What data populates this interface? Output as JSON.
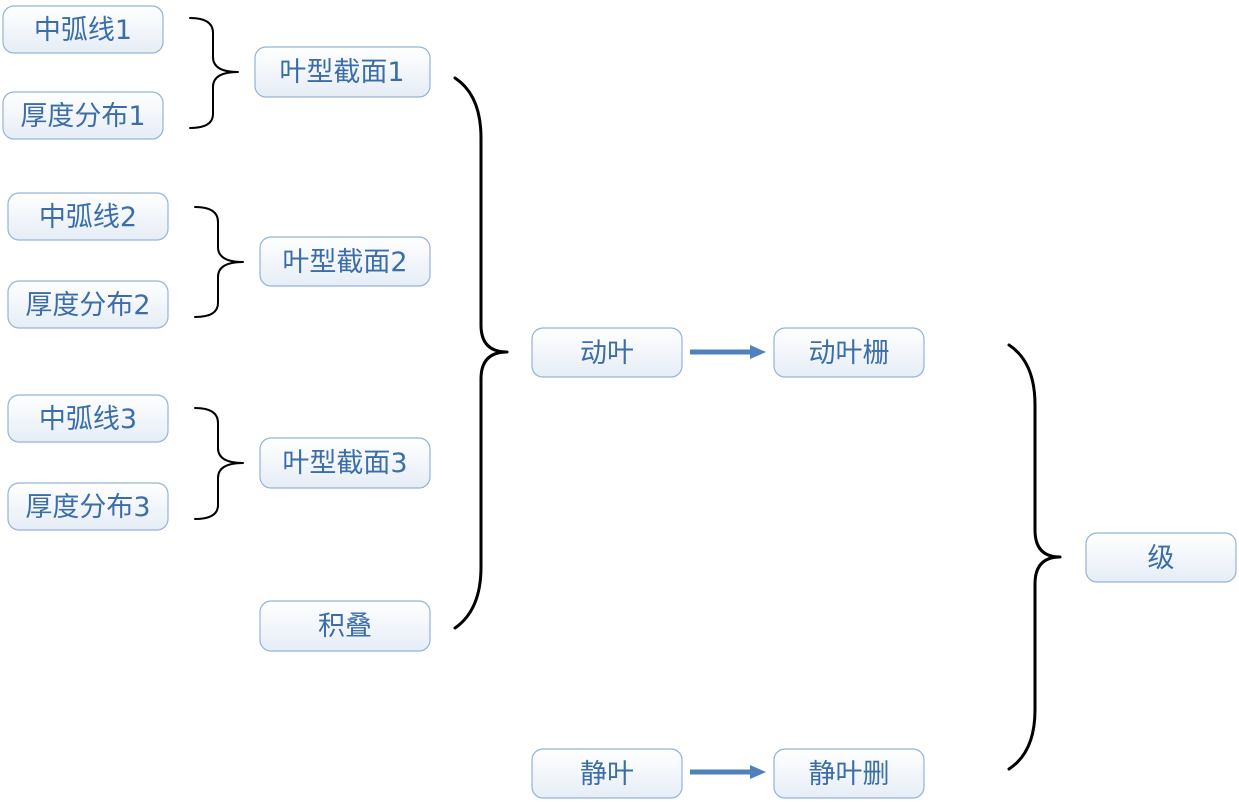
{
  "colors": {
    "node_text": "#3b6ea8",
    "node_border": "#94b3d6",
    "node_fill_top": "#ffffff",
    "node_fill_bottom": "#e6edf6",
    "arrow": "#4f81bd",
    "brace": "#000000"
  },
  "nodes": {
    "camber1": "中弧线1",
    "thickness1": "厚度分布1",
    "section1": "叶型截面1",
    "camber2": "中弧线2",
    "thickness2": "厚度分布2",
    "section2": "叶型截面2",
    "camber3": "中弧线3",
    "thickness3": "厚度分布3",
    "section3": "叶型截面3",
    "stacking": "积叠",
    "rotor_blade": "动叶",
    "rotor_cascade": "动叶栅",
    "stator_blade": "静叶",
    "stator_cascade": "静叶删",
    "stage": "级"
  }
}
